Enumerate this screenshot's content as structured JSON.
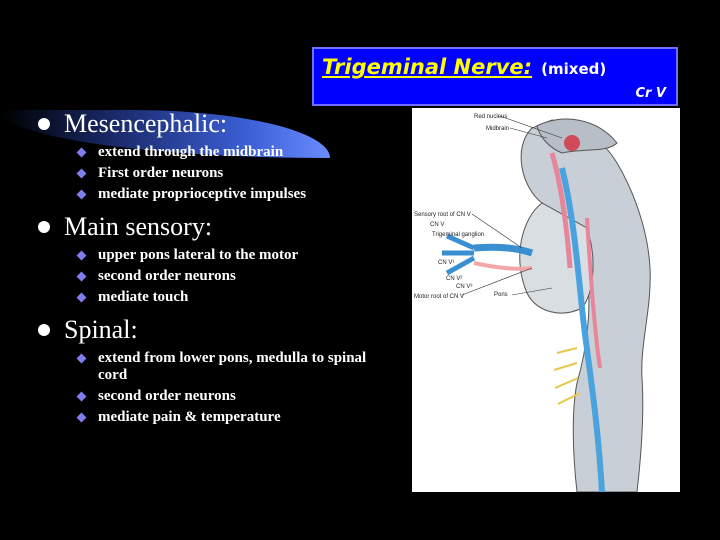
{
  "title": {
    "main": "Trigeminal Nerve:",
    "sub": "(mixed)",
    "tag": "Cr V"
  },
  "sections": [
    {
      "heading": "Mesencephalic:",
      "items": [
        "extend through the midbrain",
        "First order neurons",
        "mediate proprioceptive impulses"
      ]
    },
    {
      "heading": "Main sensory:",
      "items": [
        "upper pons lateral to the motor",
        "second order neurons",
        "mediate touch"
      ]
    },
    {
      "heading": "Spinal:",
      "items": [
        "extend from lower pons, medulla to spinal cord",
        "second order neurons",
        "mediate pain & temperature"
      ]
    }
  ],
  "figure_labels": {
    "red_nucleus": "Red nucleus",
    "midbrain": "Midbrain",
    "sensory_root": "Sensory root of CN V",
    "cn_v_upper": "CN V",
    "trigeminal_ganglion": "Trigeminal ganglion",
    "cn_v1": "CN V¹",
    "cn_v2": "CN V²",
    "cn_v3": "CN V³",
    "motor_root": "Motor root of CN V",
    "pons": "Pons"
  },
  "colors": {
    "background": "#000000",
    "title_box": "#0000ff",
    "title_text": "#ffff00",
    "bullet_diamond": "#7e7ef0"
  }
}
